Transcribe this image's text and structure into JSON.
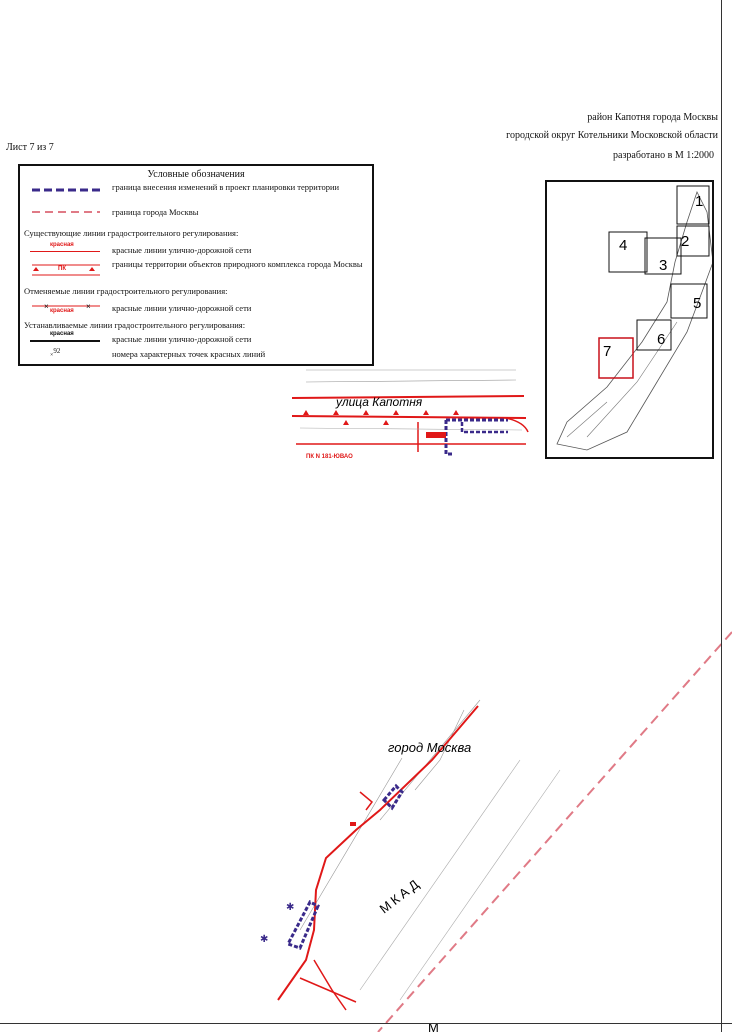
{
  "header": {
    "district": "район Капотня города Москвы",
    "okrug": "городской округ Котельники Московской области",
    "scale": "разработано в М 1:2000",
    "sheet": "Лист 7 из 7"
  },
  "legend": {
    "title": "Условные обозначения",
    "items": {
      "boundary_changes": "граница внесения изменений в проект планировки территории",
      "city_border": "граница города Москвы",
      "existing_header": "Существующие линии градостроительного регулирования:",
      "red_lines": "красные линии улично-дорожной сети",
      "pk_borders": "границы территории объектов природного комплекса города Москвы",
      "cancelled_header": "Отменяемые линии градостроительного регулирования:",
      "cancelled_red_lines": "красные линии улично-дорожной сети",
      "established_header": "Устанавливаемые линии градостроительного регулирования:",
      "established_red_lines": "красные линии улично-дорожной сети",
      "point_numbers": "номера характерных точек красных линий"
    },
    "sample_labels": {
      "red": "красная",
      "pk": "ПК",
      "cancelled": "красная",
      "established": "красная",
      "point": "92"
    }
  },
  "keymap": {
    "sheets": [
      "1",
      "2",
      "3",
      "4",
      "5",
      "6",
      "7"
    ],
    "active_sheet": "7"
  },
  "map": {
    "street_label": "улица Капотня",
    "pk_label": "ПК N 181-ЮВАО",
    "city_label": "город Москва",
    "mkad_label": "МКАД",
    "bottom_label": "М"
  },
  "colors": {
    "red": "#e01818",
    "blue_dashed": "#3a2a8a",
    "pink_dashed": "#e07a86"
  }
}
